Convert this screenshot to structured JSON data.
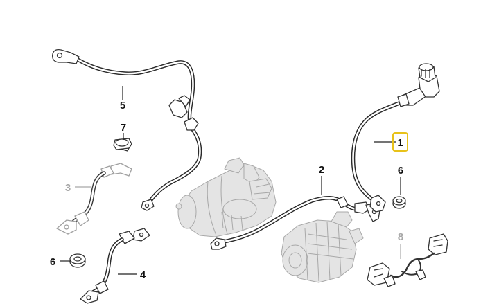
{
  "parts": [
    {
      "number": "1",
      "highlighted": true
    },
    {
      "number": "2"
    },
    {
      "number": "3",
      "greyed": true
    },
    {
      "number": "4"
    },
    {
      "number": "5"
    },
    {
      "number": "6"
    },
    {
      "number": "6"
    },
    {
      "number": "7"
    },
    {
      "number": "8",
      "greyed": true
    }
  ],
  "colors": {
    "line": "#2a2a2a",
    "label": "#111111",
    "greyed": "#a8a8a8",
    "highlight_border": "#e8c21a"
  }
}
